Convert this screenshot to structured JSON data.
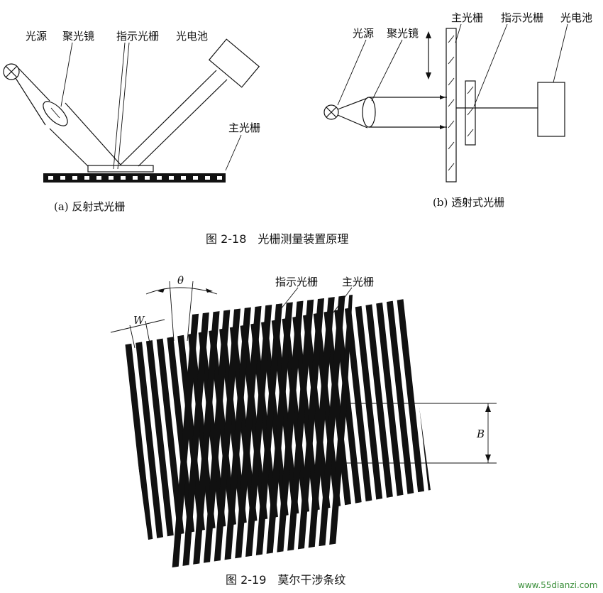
{
  "fig18": {
    "a": {
      "light_source": "光源",
      "lens": "聚光镜",
      "indicator_grating": "指示光栅",
      "photocell": "光电池",
      "main_grating": "主光栅",
      "caption": "(a) 反射式光栅"
    },
    "b": {
      "light_source": "光源",
      "lens": "聚光镜",
      "main_grating": "主光栅",
      "indicator_grating": "指示光栅",
      "photocell": "光电池",
      "caption": "(b) 透射式光栅"
    },
    "title": "图 2-18　光栅测量装置原理"
  },
  "fig19": {
    "theta": "θ",
    "w": "W",
    "b": "B",
    "indicator_grating": "指示光栅",
    "main_grating": "主光栅",
    "title": "图 2-19　莫尔干涉条纹"
  },
  "watermark": "www.55dianzi.com"
}
